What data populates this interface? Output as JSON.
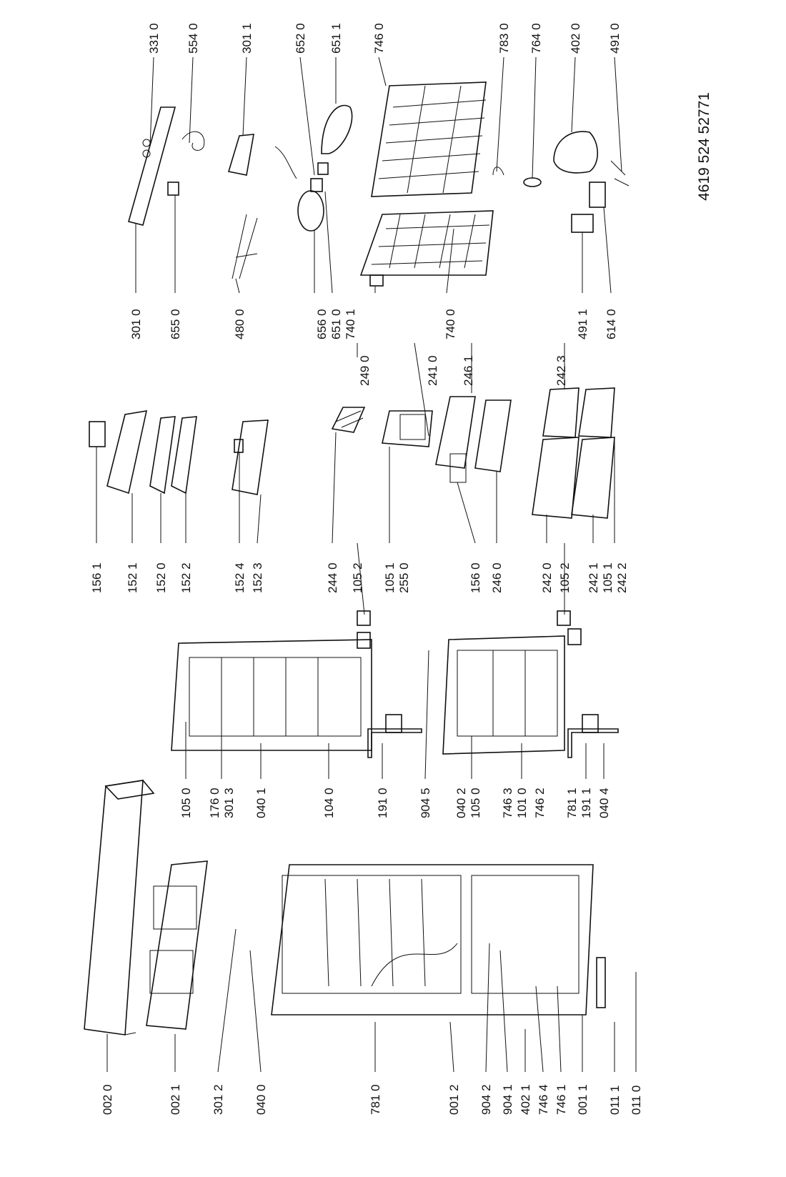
{
  "document_code": "4619 524 52771",
  "labels": {
    "l0020": "002 0",
    "l0021": "002 1",
    "l3012": "301 2",
    "l0400": "040 0",
    "l7810": "781 0",
    "l0012": "001 2",
    "l9042": "904 2",
    "l9041": "904 1",
    "l4021": "402 1",
    "l7464": "746 4",
    "l7461": "746 1",
    "l0011": "001 1",
    "l0111": "011 1",
    "l0110": "011 0",
    "l1050": "105 0",
    "l1760": "176 0",
    "l3013": "301 3",
    "l0401": "040 1",
    "l1040": "104 0",
    "l1910": "191 0",
    "l9045": "904 5",
    "l0402": "040 2",
    "l1050b": "105 0",
    "l7463": "746 3",
    "l1010": "101 0",
    "l7462": "746 2",
    "l7811": "781 1",
    "l1911": "191 1",
    "l0404": "040 4",
    "l1561": "156 1",
    "l1521": "152 1",
    "l1520": "152 0",
    "l1522": "152 2",
    "l1524": "152 4",
    "l1523": "152 3",
    "l2440": "244 0",
    "l1052": "105 2",
    "l1051": "105 1",
    "l2550": "255 0",
    "l1560": "156 0",
    "l2460": "246 0",
    "l2420": "242 0",
    "l1052b": "105 2",
    "l2421": "242 1",
    "l1051b": "105 1",
    "l2422": "242 2",
    "l3010": "301 0",
    "l6550": "655 0",
    "l4800": "480 0",
    "l6560": "656 0",
    "l6510": "651 0",
    "l7401": "740 1",
    "l2490": "249 0",
    "l2410": "241 0",
    "l7400": "740 0",
    "l2461": "246 1",
    "l2423": "242 3",
    "l4911": "491 1",
    "l6140": "614 0",
    "l3310": "331 0",
    "l5540": "554 0",
    "l3011": "301 1",
    "l6520": "652 0",
    "l6511": "651 1",
    "l7460": "746 0",
    "l7830": "783 0",
    "l7640": "764 0",
    "l4020": "402 0",
    "l4910": "491 0"
  }
}
